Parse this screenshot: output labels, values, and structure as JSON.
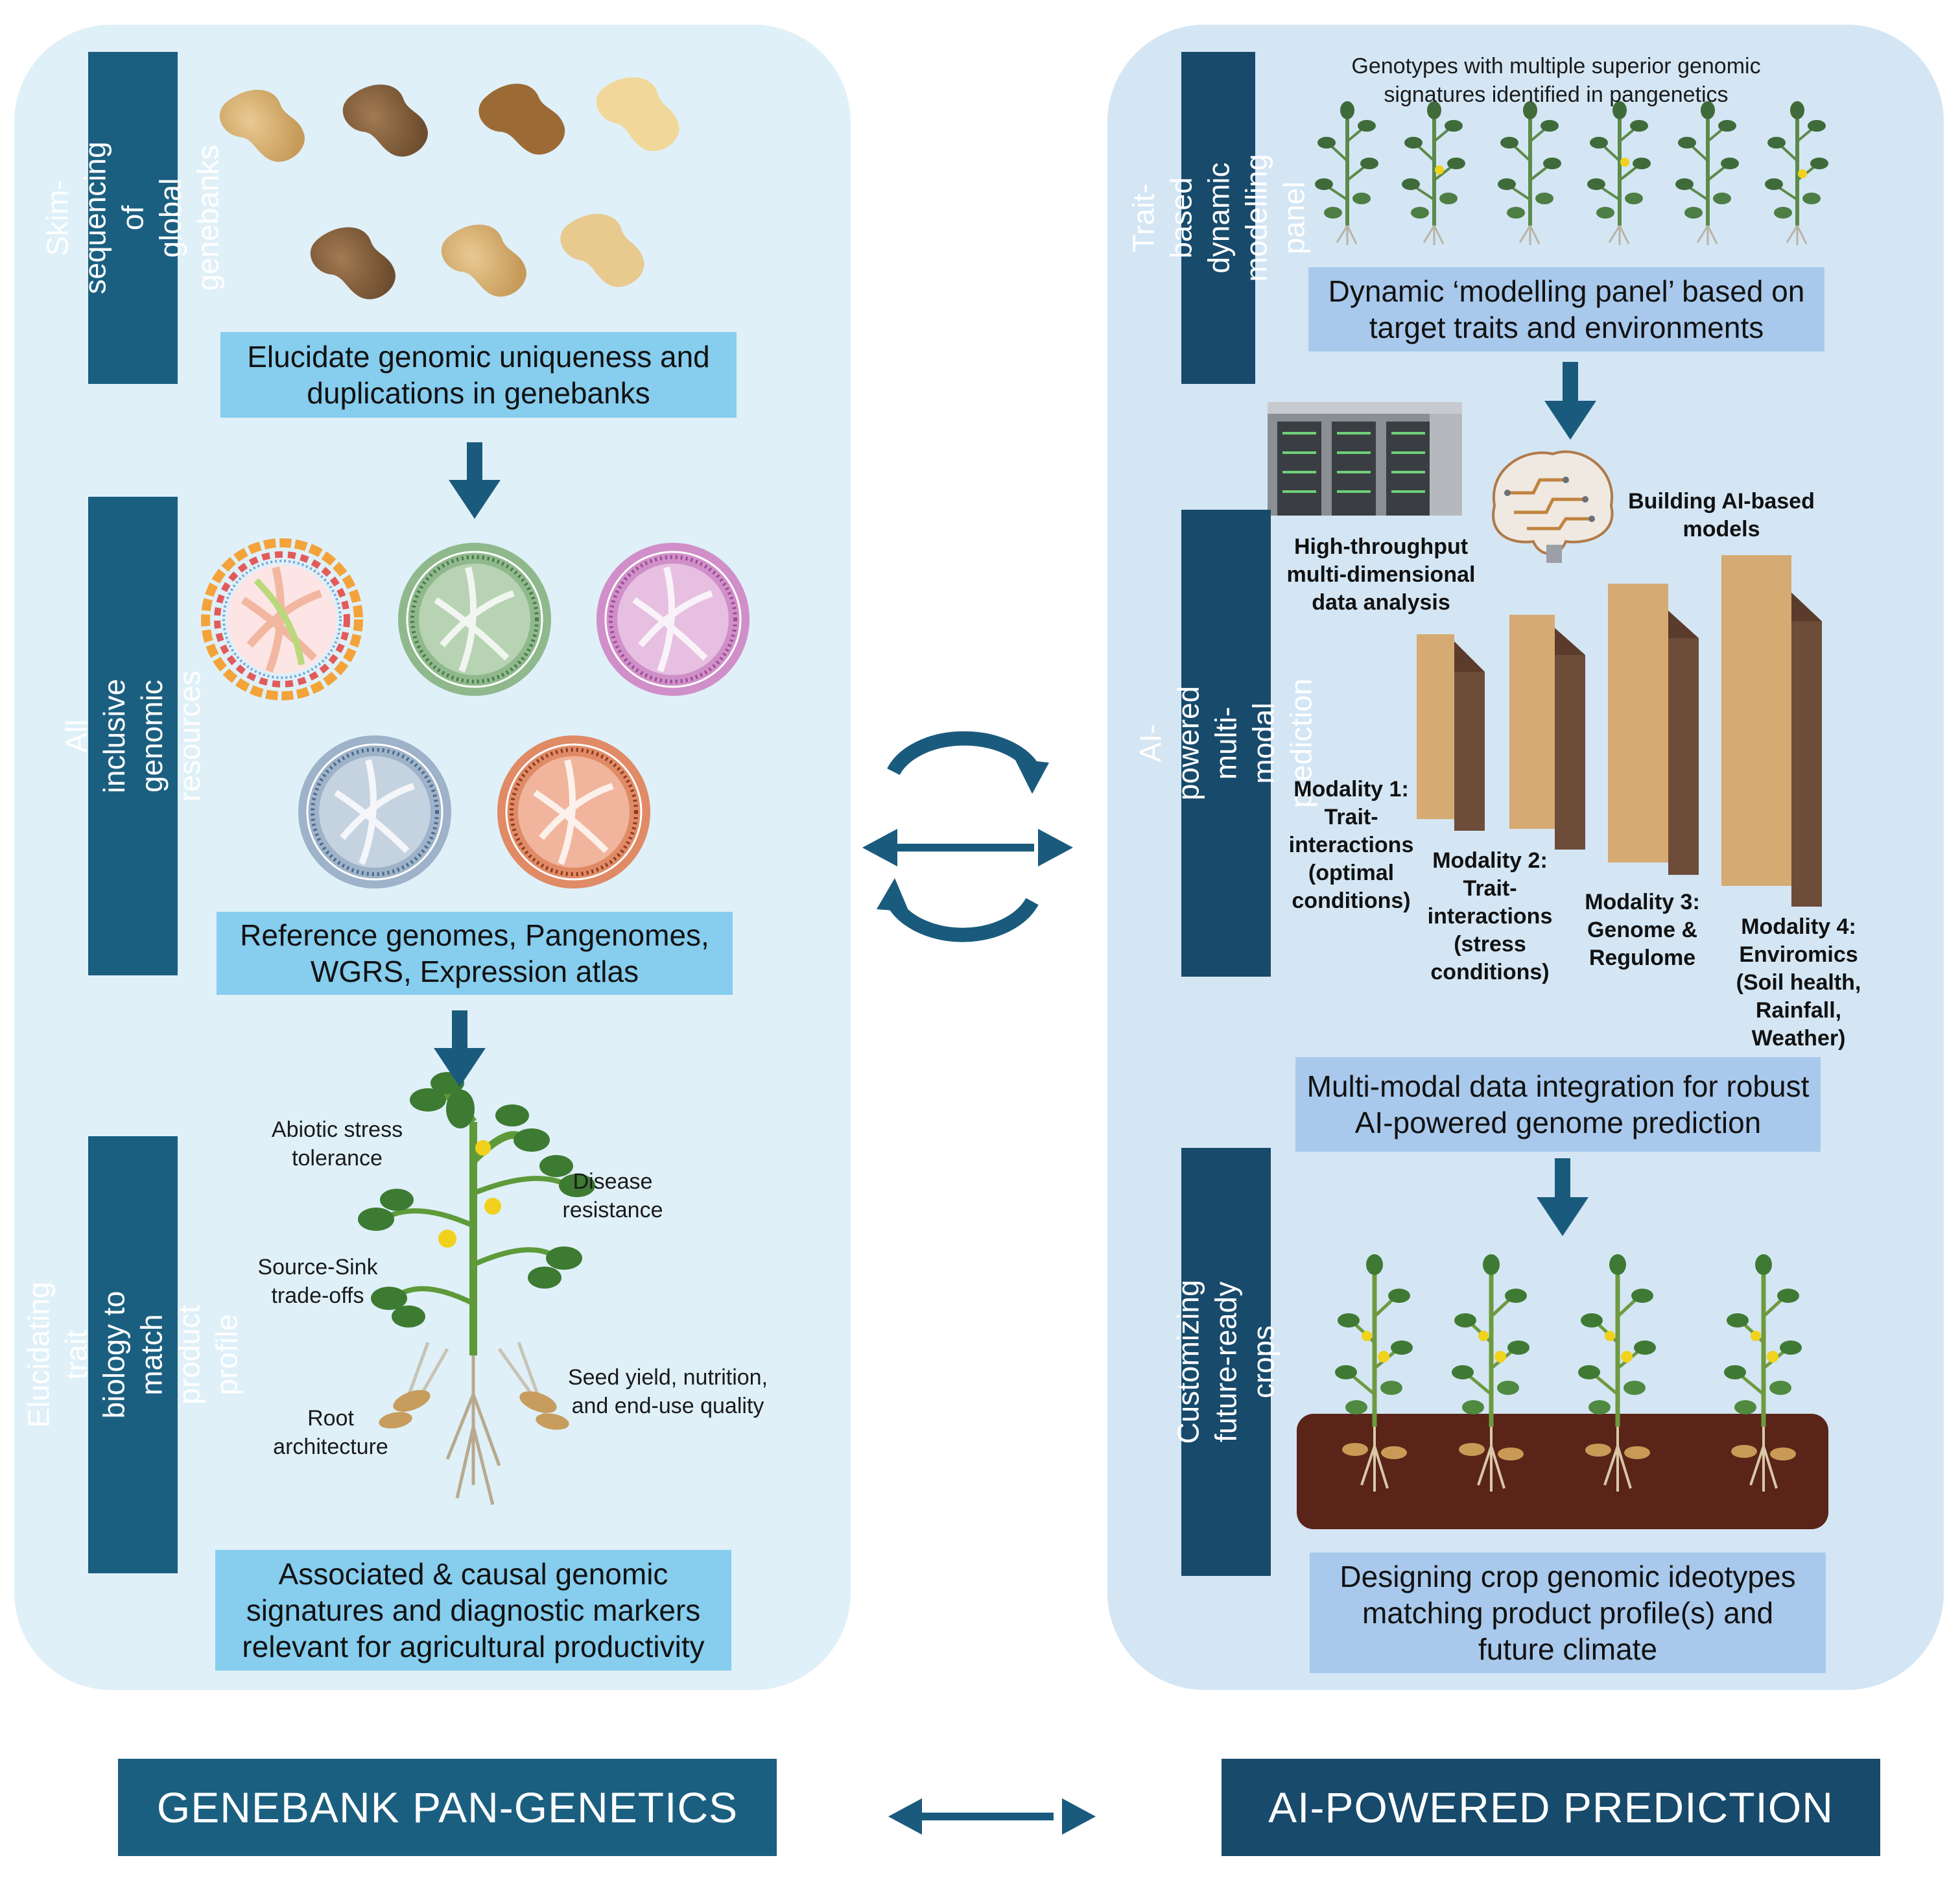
{
  "colors": {
    "left_panel_bg": "#dff0f8",
    "right_panel_bg": "#d4e6f4",
    "label_dark_blue": "#1b5f80",
    "label_navy": "#174a6b",
    "callout_light_blue": "#86cdee",
    "callout_periwinkle": "#a8c9ec",
    "arrow_blue": "#1a5b7d",
    "soil_brown": "#5a2418",
    "block_tan": "#d5a870",
    "block_brown": "#6d4c3a"
  },
  "left": {
    "labels": [
      "Skim-sequencing of\nglobal genebanks",
      "All inclusive genomic\nresources",
      "Elucidating trait biology to\nmatch product profile"
    ],
    "callouts": [
      "Elucidate genomic uniqueness and\nduplications in genebanks",
      "Reference genomes, Pangenomes,\nWGRS, Expression atlas",
      "Associated & causal genomic\nsignatures and diagnostic markers\nrelevant for agricultural productivity"
    ],
    "trait_notes": {
      "abiotic": "Abiotic stress\ntolerance",
      "disease": "Disease\nresistance",
      "source_sink": "Source-Sink\ntrade-offs",
      "seed": "Seed yield, nutrition,\nand end-use quality",
      "root": "Root\narchitecture"
    },
    "icons": [
      "peanut-icon",
      "circos-plot-icon",
      "peanut-plant-icon",
      "down-arrow-icon"
    ]
  },
  "right": {
    "labels": [
      "Trait-based dynamic\nmodelling panel",
      "AI-powered multi-modal\nprediction",
      "Customizing future-ready\ncrops"
    ],
    "genotype_note": "Genotypes with multiple superior genomic\nsignatures identified in pangenetics",
    "callouts": [
      "Dynamic ‘modelling panel’ based on\ntarget traits and environments",
      "Multi-modal data integration for robust\nAI-powered genome prediction",
      "Designing crop genomic ideotypes\nmatching product profile(s) and\nfuture climate"
    ],
    "htp_label": "High-throughput\nmulti-dimensional\ndata analysis",
    "ai_label": "Building AI-based\nmodels",
    "modalities": [
      "Modality 1:\nTrait-\ninteractions\n(optimal\nconditions)",
      "Modality 2:\nTrait-\ninteractions\n(stress\nconditions)",
      "Modality 3:\nGenome &\nRegulome",
      "Modality 4:\nEnviromics\n(Soil health,\nRainfall,\nWeather)"
    ],
    "icons": [
      "plant-icon",
      "server-icon",
      "ai-brain-icon",
      "data-block-icon",
      "soil-bed-icon"
    ]
  },
  "footer": {
    "left": "GENEBANK PAN-GENETICS",
    "right": "AI-POWERED PREDICTION"
  },
  "center_icons": [
    "cycle-arrows-icon",
    "double-arrow-icon"
  ]
}
